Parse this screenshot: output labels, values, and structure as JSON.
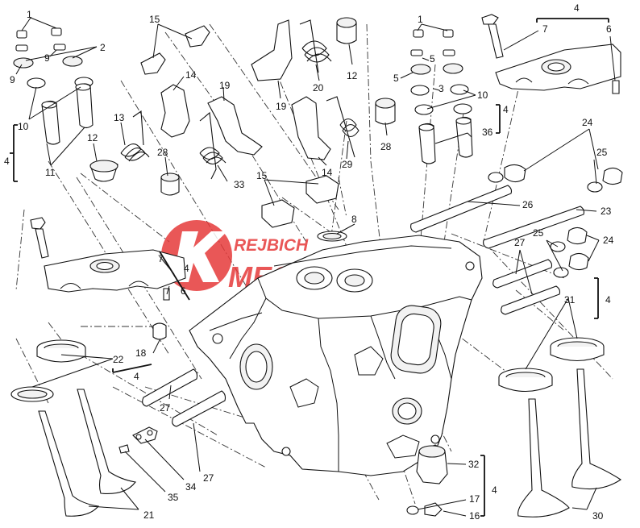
{
  "diagram": {
    "watermark": {
      "line1": "REJBICH",
      "line2": "MECCANICA",
      "color": "#e63a3a"
    },
    "callouts": [
      {
        "id": "c1a",
        "text": "1"
      },
      {
        "id": "c2a",
        "text": "2"
      },
      {
        "id": "c9a",
        "text": "9"
      },
      {
        "id": "c9b",
        "text": "9"
      },
      {
        "id": "c10a",
        "text": "10"
      },
      {
        "id": "c4a",
        "text": "4"
      },
      {
        "id": "c11a",
        "text": "11"
      },
      {
        "id": "c12a",
        "text": "12"
      },
      {
        "id": "c13",
        "text": "13"
      },
      {
        "id": "c28a",
        "text": "28"
      },
      {
        "id": "c15a",
        "text": "15"
      },
      {
        "id": "c14a",
        "text": "14"
      },
      {
        "id": "c19a",
        "text": "19"
      },
      {
        "id": "c33",
        "text": "33"
      },
      {
        "id": "c19b",
        "text": "19"
      },
      {
        "id": "c20",
        "text": "20"
      },
      {
        "id": "c12b",
        "text": "12"
      },
      {
        "id": "c14b",
        "text": "14"
      },
      {
        "id": "c29",
        "text": "29"
      },
      {
        "id": "c28b",
        "text": "28"
      },
      {
        "id": "c15b",
        "text": "15"
      },
      {
        "id": "c8",
        "text": "8"
      },
      {
        "id": "c1b",
        "text": "1"
      },
      {
        "id": "c5a",
        "text": "5"
      },
      {
        "id": "c5b",
        "text": "5"
      },
      {
        "id": "c3",
        "text": "3"
      },
      {
        "id": "c10b",
        "text": "10"
      },
      {
        "id": "c4b",
        "text": "4"
      },
      {
        "id": "c36",
        "text": "36"
      },
      {
        "id": "c4c",
        "text": "4"
      },
      {
        "id": "c7a",
        "text": "7"
      },
      {
        "id": "c6a",
        "text": "6"
      },
      {
        "id": "c24a",
        "text": "24"
      },
      {
        "id": "c25a",
        "text": "25"
      },
      {
        "id": "c26",
        "text": "26"
      },
      {
        "id": "c23",
        "text": "23"
      },
      {
        "id": "c27a",
        "text": "27"
      },
      {
        "id": "c25b",
        "text": "25"
      },
      {
        "id": "c24b",
        "text": "24"
      },
      {
        "id": "c31",
        "text": "31"
      },
      {
        "id": "c4d",
        "text": "4"
      },
      {
        "id": "c7b",
        "text": "7"
      },
      {
        "id": "c4e",
        "text": "4"
      },
      {
        "id": "c6b",
        "text": "6"
      },
      {
        "id": "c18",
        "text": "18"
      },
      {
        "id": "c4f",
        "text": "4"
      },
      {
        "id": "c22",
        "text": "22"
      },
      {
        "id": "c27b",
        "text": "27"
      },
      {
        "id": "c27c",
        "text": "27"
      },
      {
        "id": "c34",
        "text": "34"
      },
      {
        "id": "c35",
        "text": "35"
      },
      {
        "id": "c21",
        "text": "21"
      },
      {
        "id": "c32",
        "text": "32"
      },
      {
        "id": "c4g",
        "text": "4"
      },
      {
        "id": "c17",
        "text": "17"
      },
      {
        "id": "c16",
        "text": "16"
      },
      {
        "id": "c30",
        "text": "30"
      }
    ]
  }
}
